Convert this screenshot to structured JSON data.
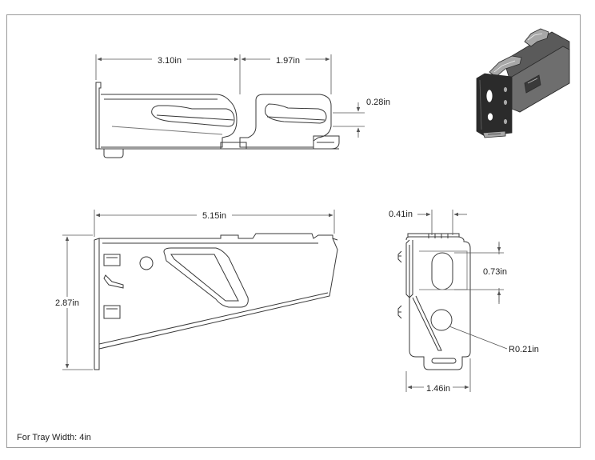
{
  "dimensions": {
    "top_left_length": "3.10in",
    "top_right_length": "1.97in",
    "top_slot_height": "0.28in",
    "side_length": "5.15in",
    "side_height": "2.87in",
    "end_top_width": "0.41in",
    "end_slot_height": "0.73in",
    "end_hole_radius": "R0.21in",
    "end_bottom_width": "1.46in"
  },
  "footer": {
    "note": "For Tray Width: 4in"
  },
  "colors": {
    "line": "#3a3a3a",
    "dim": "#555555",
    "frame": "#9a9a9a",
    "iso_dark": "#2b2b2b",
    "iso_mid": "#5a5a5a",
    "iso_light": "#a8a8a8"
  }
}
